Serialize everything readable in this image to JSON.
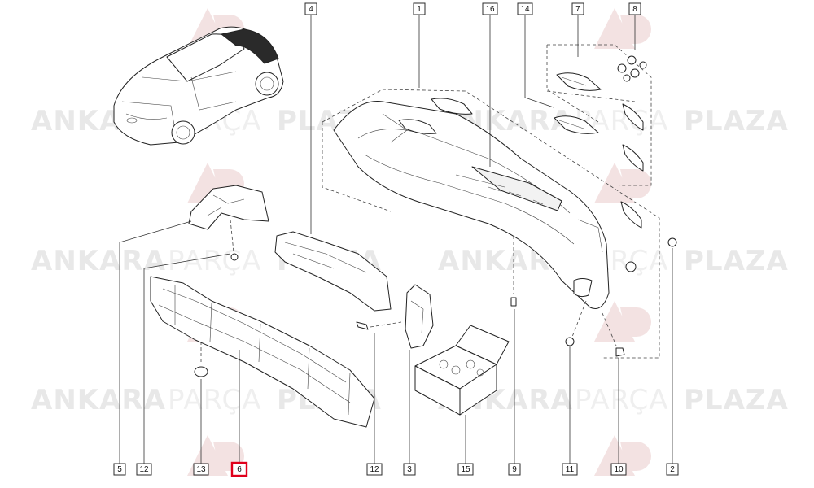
{
  "watermark": {
    "word1": "ANKARA",
    "word2": "PARÇA",
    "word3": "PLAZA"
  },
  "labels": [
    {
      "id": "lbl-4",
      "text": "4"
    },
    {
      "id": "lbl-1",
      "text": "1"
    },
    {
      "id": "lbl-16",
      "text": "16"
    },
    {
      "id": "lbl-14",
      "text": "14"
    },
    {
      "id": "lbl-7",
      "text": "7"
    },
    {
      "id": "lbl-8",
      "text": "8"
    },
    {
      "id": "lbl-5",
      "text": "5"
    },
    {
      "id": "lbl-12a",
      "text": "12"
    },
    {
      "id": "lbl-13",
      "text": "13"
    },
    {
      "id": "lbl-6",
      "text": "6"
    },
    {
      "id": "lbl-12b",
      "text": "12"
    },
    {
      "id": "lbl-3",
      "text": "3"
    },
    {
      "id": "lbl-15",
      "text": "15"
    },
    {
      "id": "lbl-9",
      "text": "9"
    },
    {
      "id": "lbl-11",
      "text": "11"
    },
    {
      "id": "lbl-10",
      "text": "10"
    },
    {
      "id": "lbl-2",
      "text": "2"
    }
  ],
  "highlight_label": "6",
  "colors": {
    "highlight": "#e0001b",
    "watermark": "#e8e8e8",
    "logo": "#f3e2e2"
  }
}
